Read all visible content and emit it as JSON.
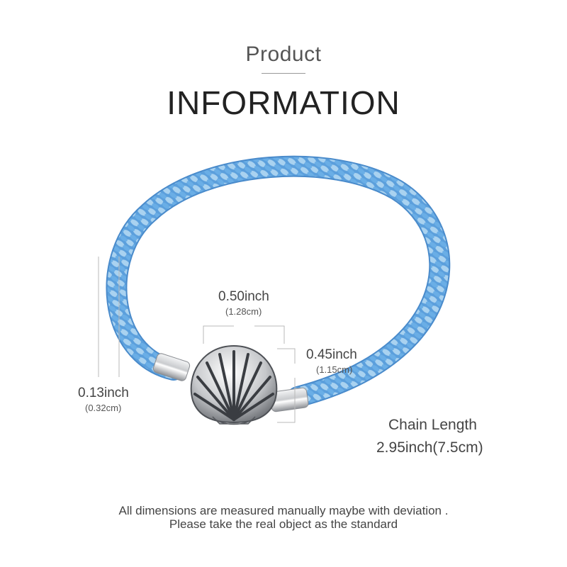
{
  "header": {
    "subtitle": "Product",
    "title": "INFORMATION"
  },
  "dimensions": {
    "width": {
      "inch": "0.50inch",
      "cm": "(1.28cm)"
    },
    "height": {
      "inch": "0.45inch",
      "cm": "(1.15cm)"
    },
    "thickness": {
      "inch": "0.13inch",
      "cm": "(0.32cm)"
    }
  },
  "chain": {
    "label": "Chain Length",
    "value": "2.95inch(7.5cm)"
  },
  "footer": {
    "line1": "All dimensions are measured manually maybe with deviation .",
    "line2": "Please take the real object as the standard"
  },
  "colors": {
    "braid_dark": "#5b9fdc",
    "braid_light": "#a9d2f0",
    "silver": "#d7d9dc",
    "silver_dark": "#3a3d42",
    "guide_line": "#b9b9b9"
  }
}
